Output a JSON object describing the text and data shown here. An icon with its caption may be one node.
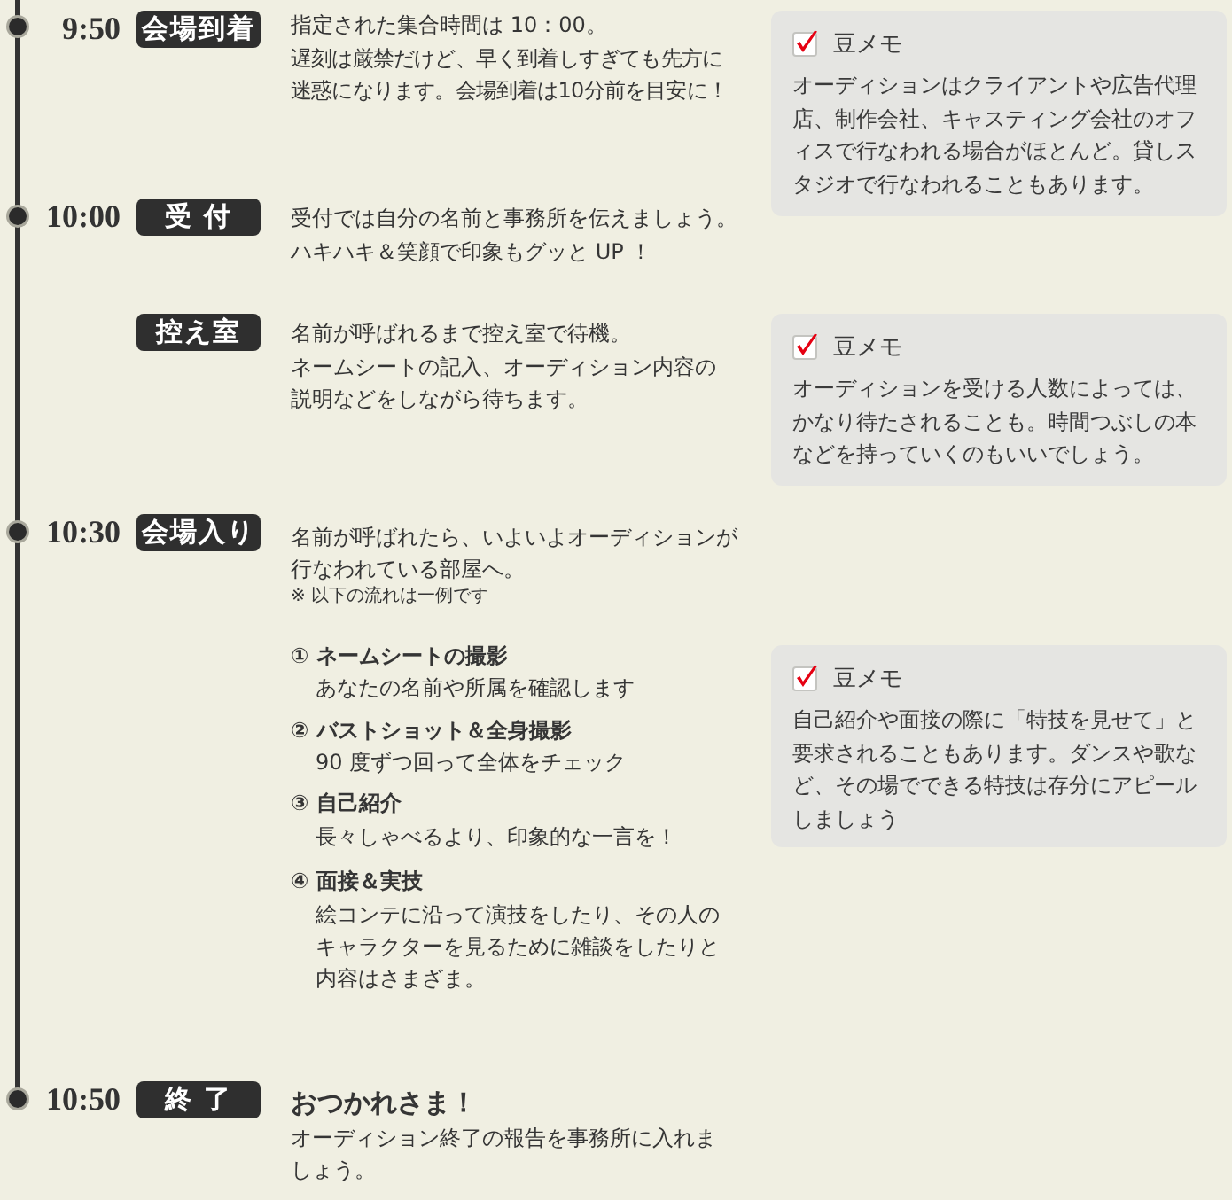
{
  "diagram": {
    "nodes": [
      {
        "text": [],
        "shape": "circle"
      },
      {
        "text": [
          "会場到着"
        ],
        "beside": [
          "9:50",
          "指定された集合時間は 10：00。",
          "遅刻は厳禁だけど、早く到着しすぎても先方に迷惑になります。会場到着は10分前を目安に！"
        ]
      },
      {
        "text": [
          "豆メモ",
          "オーディションはクライアントや広告代理店、制作会社、キャスティング会社のオフィスで行なわれる場合がほとんど。貸しスタジオで行なわれることもあります。"
        ]
      },
      {
        "text": [],
        "shape": "circle"
      },
      {
        "text": [
          "受 付"
        ],
        "beside": [
          "10:00",
          "受付では自分の名前と事務所を伝えましょう。",
          "ハキハキ＆笑顔で印象もグッと UP ！"
        ]
      },
      {
        "text": [
          "控え室"
        ],
        "beside": [
          "名前が呼ばれるまで控え室で待機。",
          "ネームシートの記入、オーディション内容の説明などをしながら待ちます。"
        ]
      },
      {
        "text": [
          "豆メモ",
          "オーディションを受ける人数によっては、かなり待たされることも。時間つぶしの本などを持っていくのもいいでしょう。"
        ]
      },
      {
        "text": [],
        "shape": "circle"
      },
      {
        "text": [
          "会場入り"
        ],
        "beside": [
          "10:30",
          "名前が呼ばれたら、いよいよオーディションが行なわれている部屋へ。",
          "※ 以下の流れは一例です",
          "① ネームシートの撮影",
          "あなたの名前や所属を確認します",
          "② バストショット＆全身撮影",
          "90 度ずつ回って全体をチェック",
          "③ 自己紹介",
          "長々しゃべるより、印象的な一言を！",
          "④ 面接＆実技",
          "絵コンテに沿って演技をしたり、その人のキャラクターを見るために雑談をしたりと内容はさまざま。"
        ]
      },
      {
        "text": [
          "豆メモ",
          "自己紹介や面接の際に「特技を見せて」と要求されることもあります。ダンスや歌など、その場でできる特技は存分にアピールしましょう"
        ]
      },
      {
        "text": [],
        "shape": "circle"
      },
      {
        "text": [
          "終 了"
        ],
        "beside": [
          "10:50",
          "おつかれさま！",
          "オーディション終了の報告を事務所に入れましょう。"
        ]
      }
    ],
    "edges": [
      {
        "from": 0,
        "to": 3,
        "arrow": "none"
      },
      {
        "from": 3,
        "to": 7,
        "arrow": "none"
      },
      {
        "from": 7,
        "to": 10,
        "arrow": "none"
      }
    ]
  }
}
